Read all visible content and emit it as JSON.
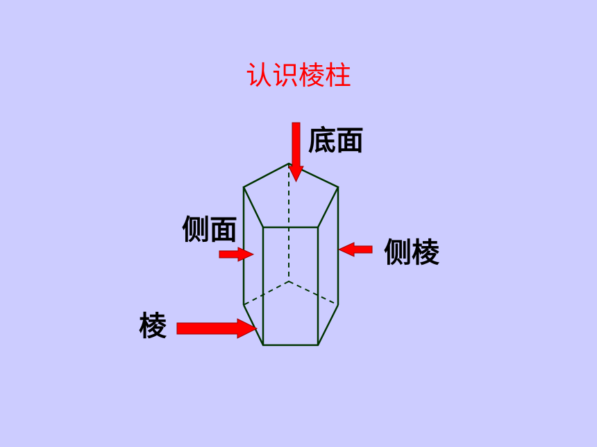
{
  "title": "认识棱柱",
  "labels": {
    "base": "底面",
    "lateral_face": "侧面",
    "lateral_edge": "侧棱",
    "edge": "棱"
  },
  "colors": {
    "background": "#ccccff",
    "title": "#ff0000",
    "prism_line": "#003300",
    "arrow_fill": "#ff0000",
    "arrow_stroke": "#990000",
    "label": "#000000"
  }
}
